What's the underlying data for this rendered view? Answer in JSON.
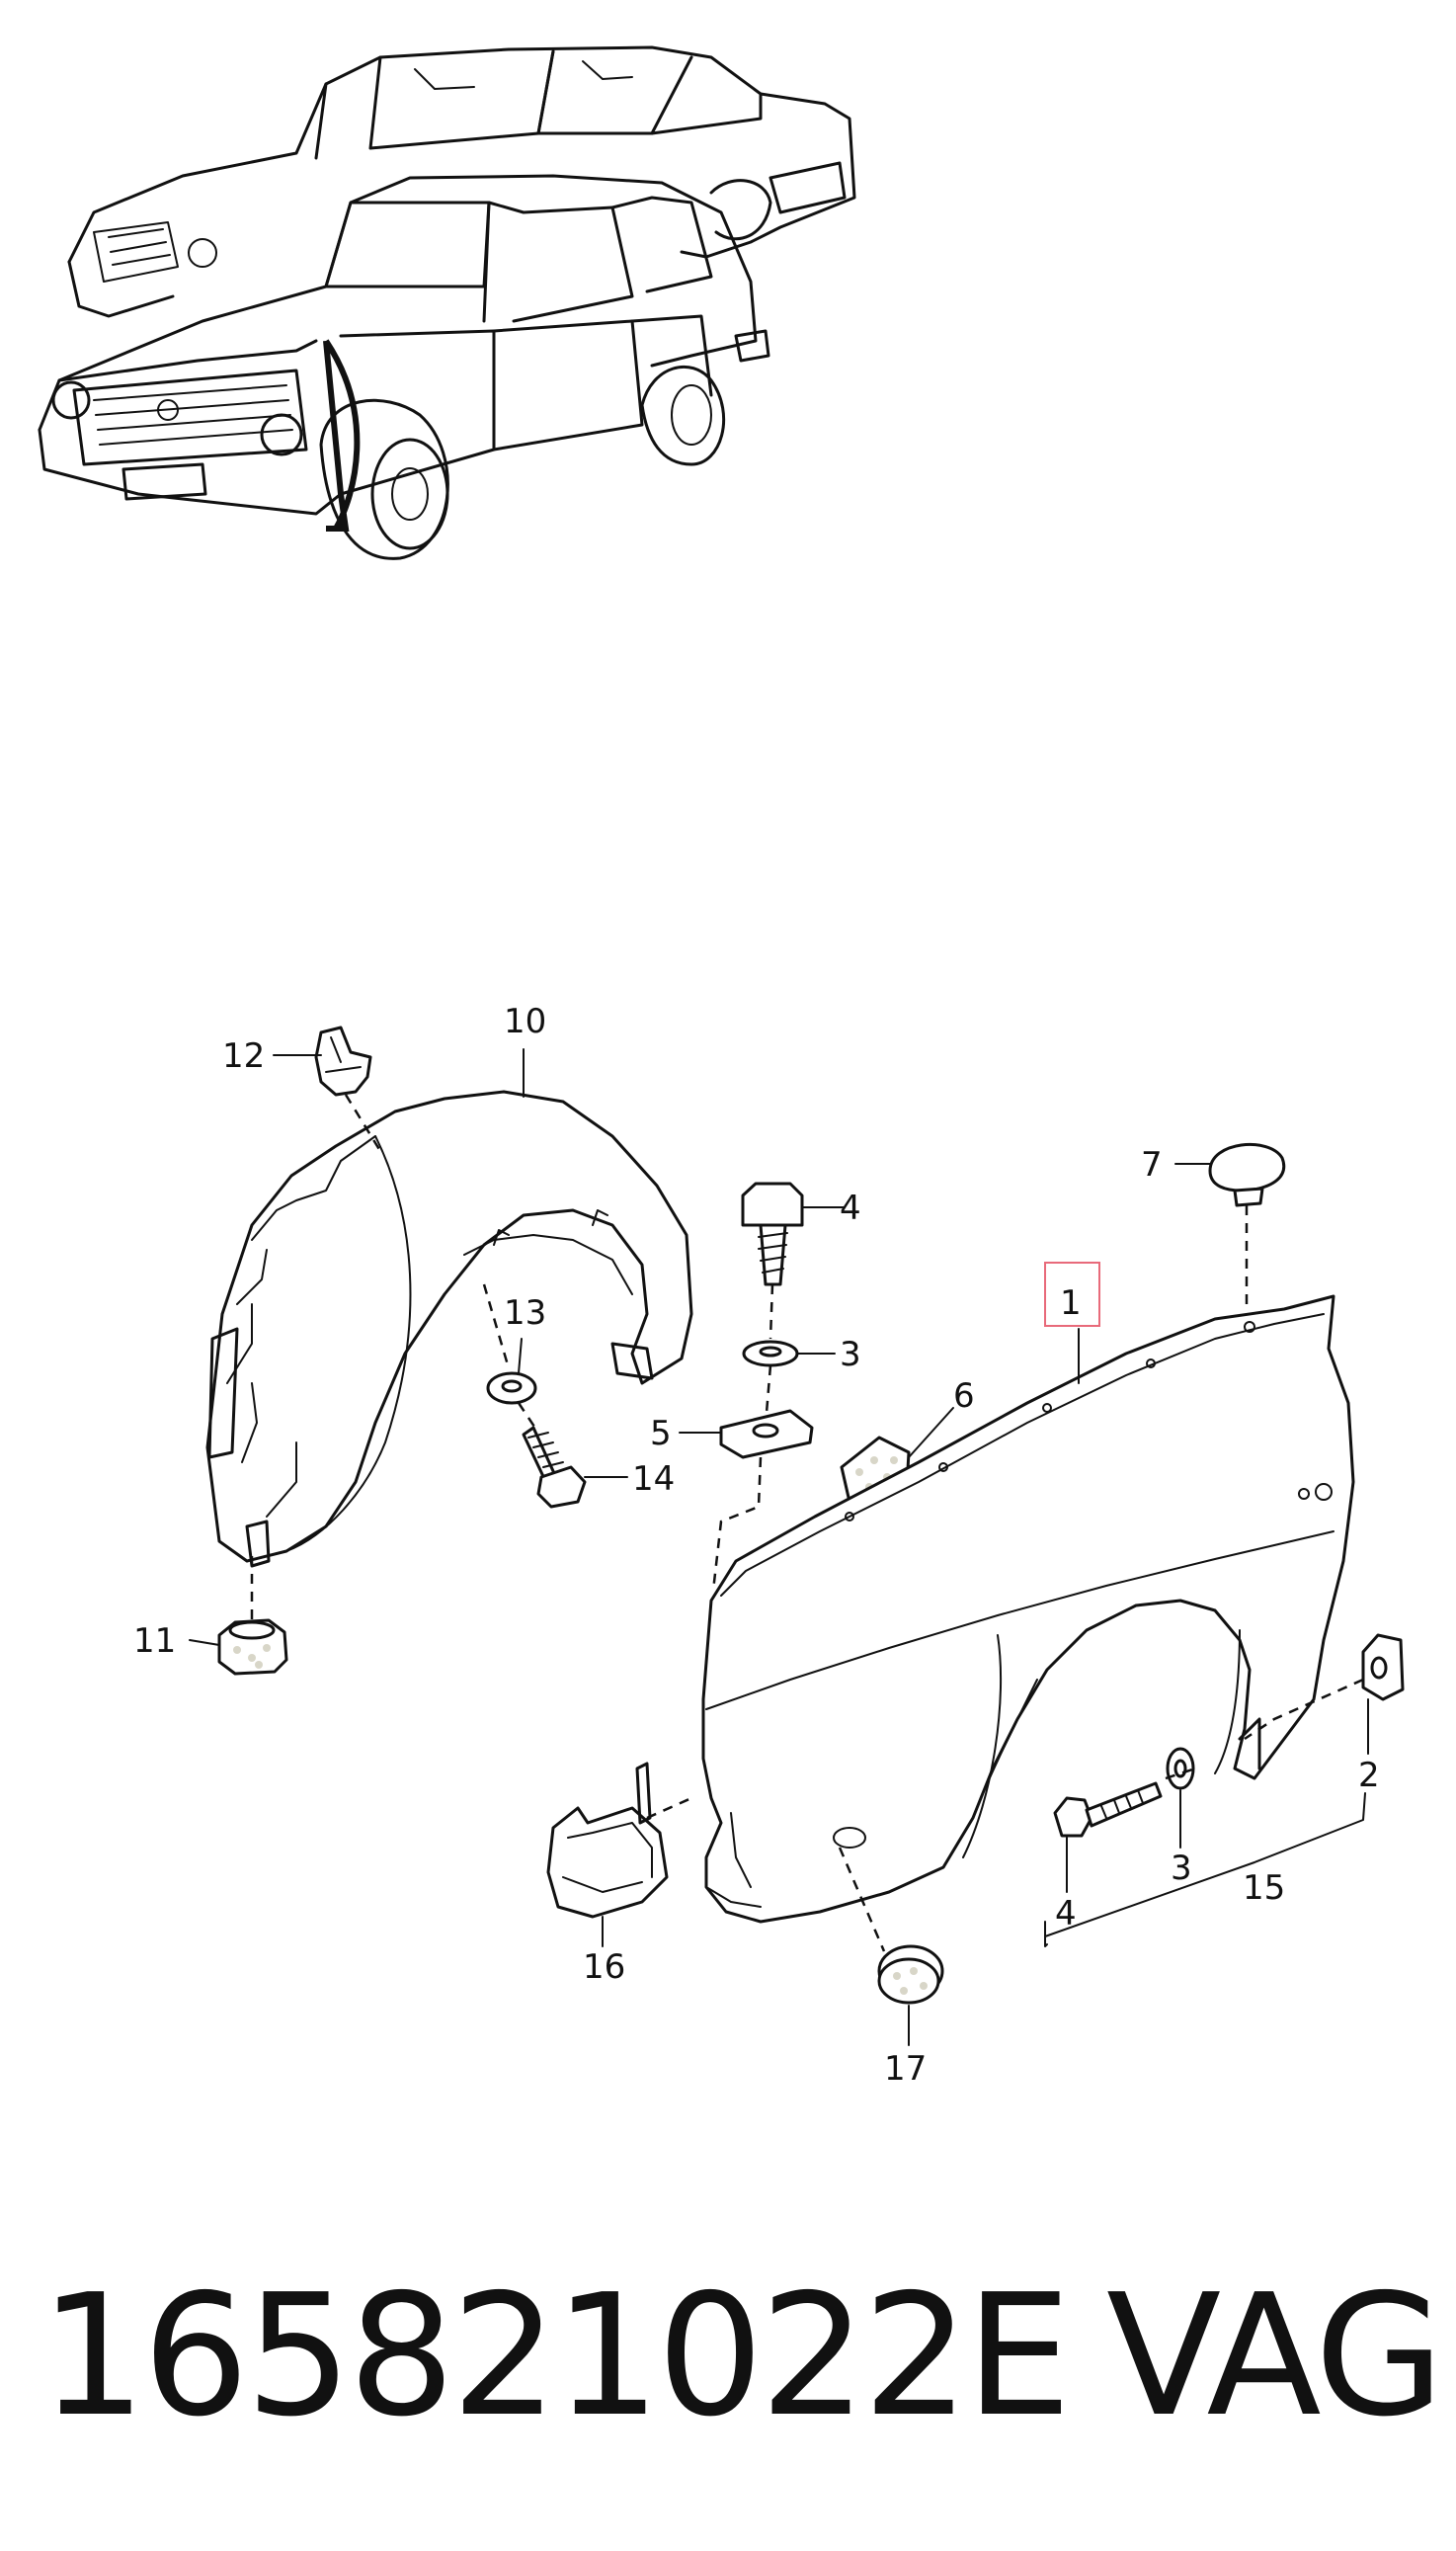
{
  "callouts": {
    "c1": "1",
    "c2": "2",
    "c3a": "3",
    "c3b": "3",
    "c4a": "4",
    "c4b": "4",
    "c5": "5",
    "c6": "6",
    "c7": "7",
    "c10": "10",
    "c11": "11",
    "c12": "12",
    "c13": "13",
    "c14": "14",
    "c15": "15",
    "c16": "16",
    "c17": "17"
  },
  "footer": {
    "part_number": "165821022E",
    "brand": "VAG"
  },
  "colors": {
    "line": "#111111",
    "highlight_box": "#e86a7a",
    "texture": "#d8d6c8"
  }
}
